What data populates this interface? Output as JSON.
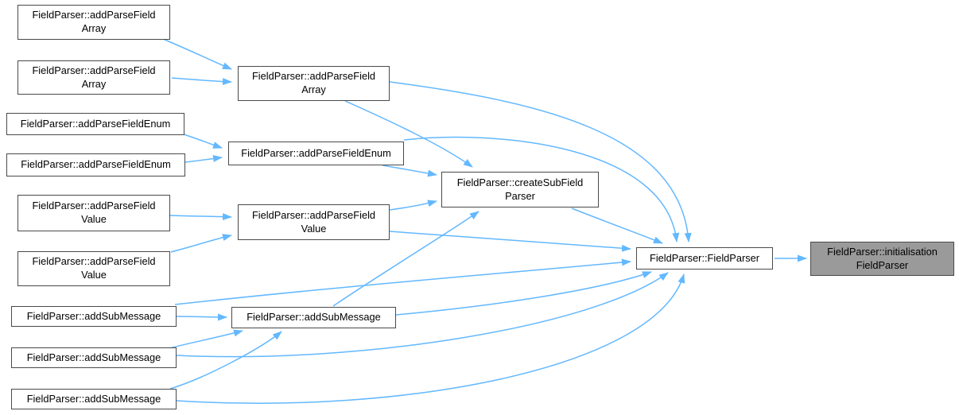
{
  "diagram": {
    "title": "FieldParser::initialisationFieldParser caller graph",
    "colors": {
      "edge": "#63B8FF",
      "node_fill": "#ffffff",
      "node_border": "#4a4a4a",
      "highlight_fill": "#9a9a9a",
      "text": "#000000",
      "background": "#ffffff"
    },
    "nodes": {
      "a1": {
        "label": "FieldParser::addParseField\nArray"
      },
      "a2": {
        "label": "FieldParser::addParseField\nArray"
      },
      "e1": {
        "label": "FieldParser::addParseFieldEnum"
      },
      "e2": {
        "label": "FieldParser::addParseFieldEnum"
      },
      "v1": {
        "label": "FieldParser::addParseField\nValue"
      },
      "v2": {
        "label": "FieldParser::addParseField\nValue"
      },
      "s1": {
        "label": "FieldParser::addSubMessage"
      },
      "s2": {
        "label": "FieldParser::addSubMessage"
      },
      "s3": {
        "label": "FieldParser::addSubMessage"
      },
      "ma": {
        "label": "FieldParser::addParseField\nArray"
      },
      "me": {
        "label": "FieldParser::addParseFieldEnum"
      },
      "mv": {
        "label": "FieldParser::addParseField\nValue"
      },
      "ms": {
        "label": "FieldParser::addSubMessage"
      },
      "c": {
        "label": "FieldParser::createSubField\nParser"
      },
      "f": {
        "label": "FieldParser::FieldParser"
      },
      "i": {
        "label": "FieldParser::initialisation\nFieldParser"
      }
    },
    "edges": [
      {
        "from": "addParseFieldArray-overload-1",
        "to": "addParseFieldArray"
      },
      {
        "from": "addParseFieldArray-overload-2",
        "to": "addParseFieldArray"
      },
      {
        "from": "addParseFieldEnum-overload-1",
        "to": "addParseFieldEnum"
      },
      {
        "from": "addParseFieldEnum-overload-2",
        "to": "addParseFieldEnum"
      },
      {
        "from": "addParseFieldValue-overload-1",
        "to": "addParseFieldValue"
      },
      {
        "from": "addParseFieldValue-overload-2",
        "to": "addParseFieldValue"
      },
      {
        "from": "addSubMessage-overload-1",
        "to": "addSubMessage"
      },
      {
        "from": "addSubMessage-overload-2",
        "to": "addSubMessage"
      },
      {
        "from": "addSubMessage-overload-3",
        "to": "addSubMessage"
      },
      {
        "from": "addParseFieldArray",
        "to": "createSubFieldParser"
      },
      {
        "from": "addParseFieldArray",
        "to": "FieldParser"
      },
      {
        "from": "addParseFieldEnum",
        "to": "createSubFieldParser"
      },
      {
        "from": "addParseFieldEnum",
        "to": "FieldParser"
      },
      {
        "from": "addParseFieldValue",
        "to": "createSubFieldParser"
      },
      {
        "from": "addParseFieldValue",
        "to": "FieldParser"
      },
      {
        "from": "addSubMessage",
        "to": "createSubFieldParser"
      },
      {
        "from": "addSubMessage",
        "to": "FieldParser"
      },
      {
        "from": "addSubMessage-overload-1",
        "to": "FieldParser"
      },
      {
        "from": "addSubMessage-overload-2",
        "to": "FieldParser"
      },
      {
        "from": "addSubMessage-overload-3",
        "to": "FieldParser"
      },
      {
        "from": "createSubFieldParser",
        "to": "FieldParser"
      },
      {
        "from": "FieldParser",
        "to": "initialisationFieldParser"
      }
    ]
  }
}
